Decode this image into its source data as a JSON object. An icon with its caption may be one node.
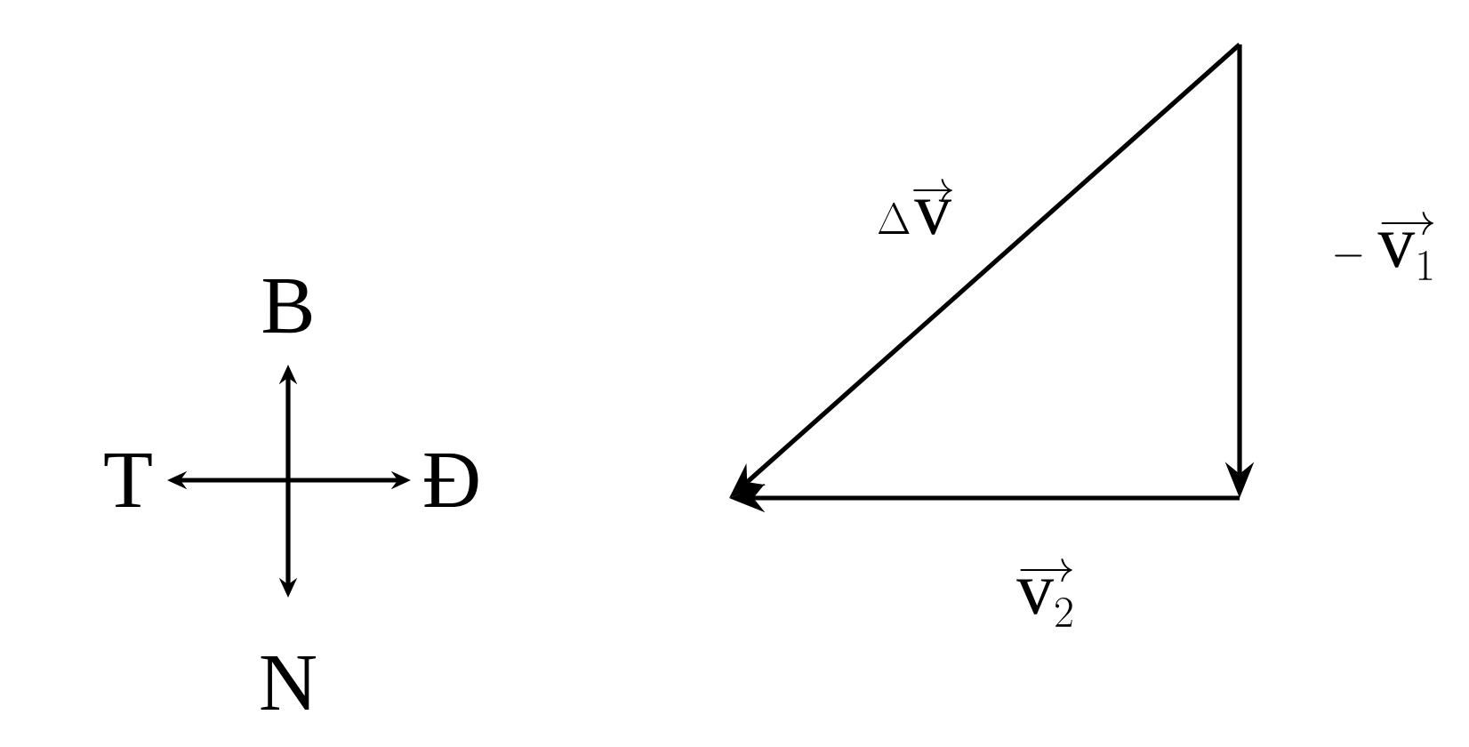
{
  "diagram": {
    "labels": [
      "B",
      "T",
      "Đ",
      "N",
      "\\Delta\\overrightarrow{\\mathrm{v}}",
      "-\\;\\overrightarrow{\\mathrm{v}_{1}}",
      "\\overrightarrow{\\mathrm{v}_{2}}"
    ]
  }
}
